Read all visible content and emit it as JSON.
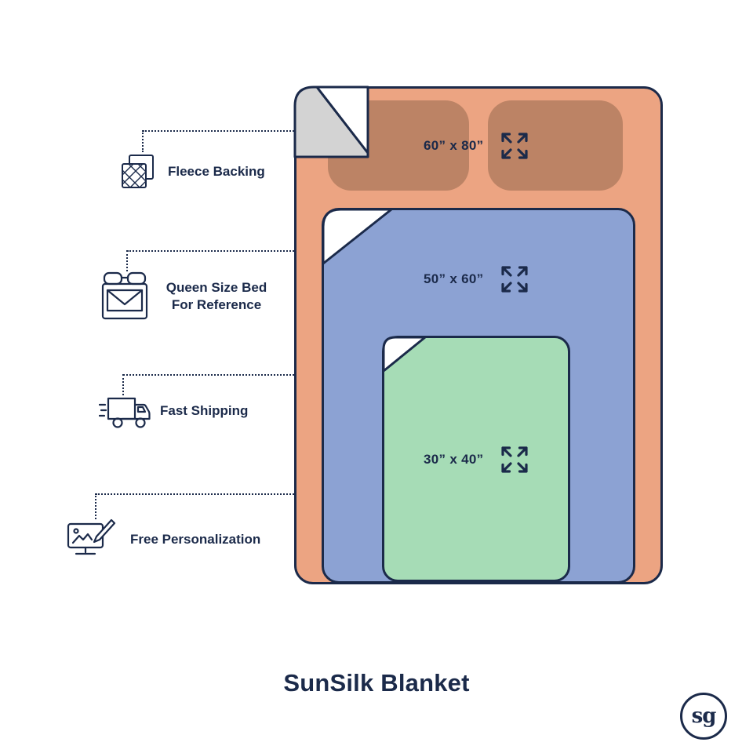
{
  "colors": {
    "navy": "#1B2A4A",
    "salmon": "#ECA482",
    "pillow": "#BC8365",
    "blue": "#8CA2D3",
    "green": "#A6DCB6",
    "gray-fold": "#D3D3D3",
    "white": "#FFFFFF"
  },
  "features": [
    {
      "label": "Fleece Backing"
    },
    {
      "label": "Queen Size Bed",
      "label2": "For Reference"
    },
    {
      "label": "Fast Shipping"
    },
    {
      "label": "Free Personalization"
    }
  ],
  "blankets": [
    {
      "size": "60” x 80”"
    },
    {
      "size": "50” x 60”"
    },
    {
      "size": "30” x 40”"
    }
  ],
  "footer": {
    "title": "SunSilk Blanket",
    "logo": "sg"
  }
}
